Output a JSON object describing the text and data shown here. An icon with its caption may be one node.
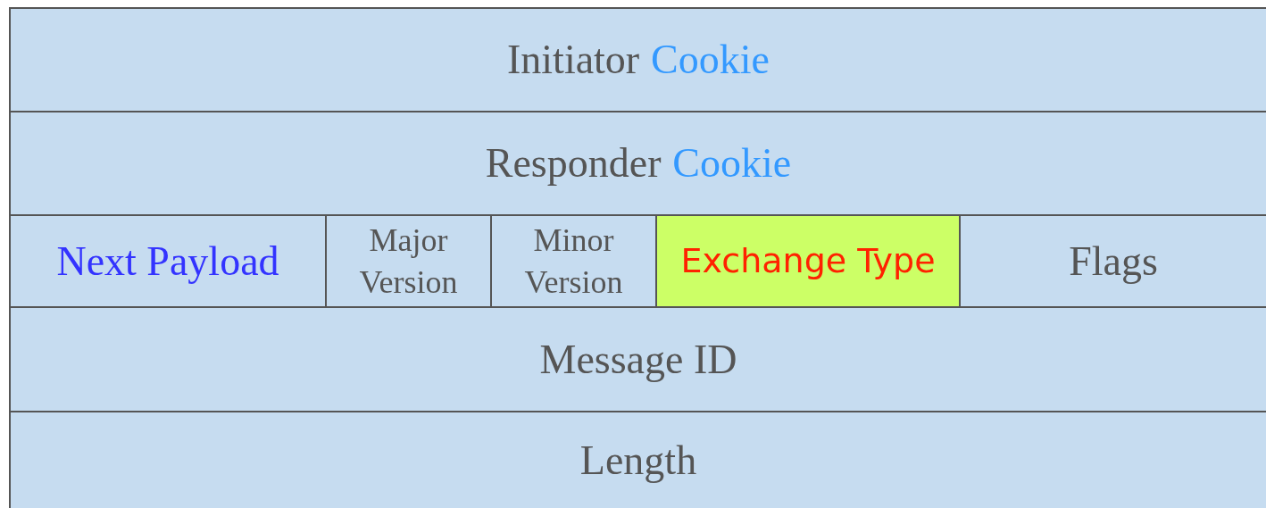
{
  "diagram": {
    "nodes": [
      {
        "text": [
          "Initiator",
          "Cookie"
        ]
      },
      {
        "text": [
          "Responder",
          "Cookie"
        ]
      },
      {
        "text": [
          "Next Payload"
        ]
      },
      {
        "text": [
          "Major Version"
        ]
      },
      {
        "text": [
          "Minor Version"
        ]
      },
      {
        "text": [
          "Exchange Type"
        ]
      },
      {
        "text": [
          "Flags"
        ]
      },
      {
        "text": [
          "Message ID"
        ]
      },
      {
        "text": [
          "Length"
        ]
      }
    ]
  }
}
